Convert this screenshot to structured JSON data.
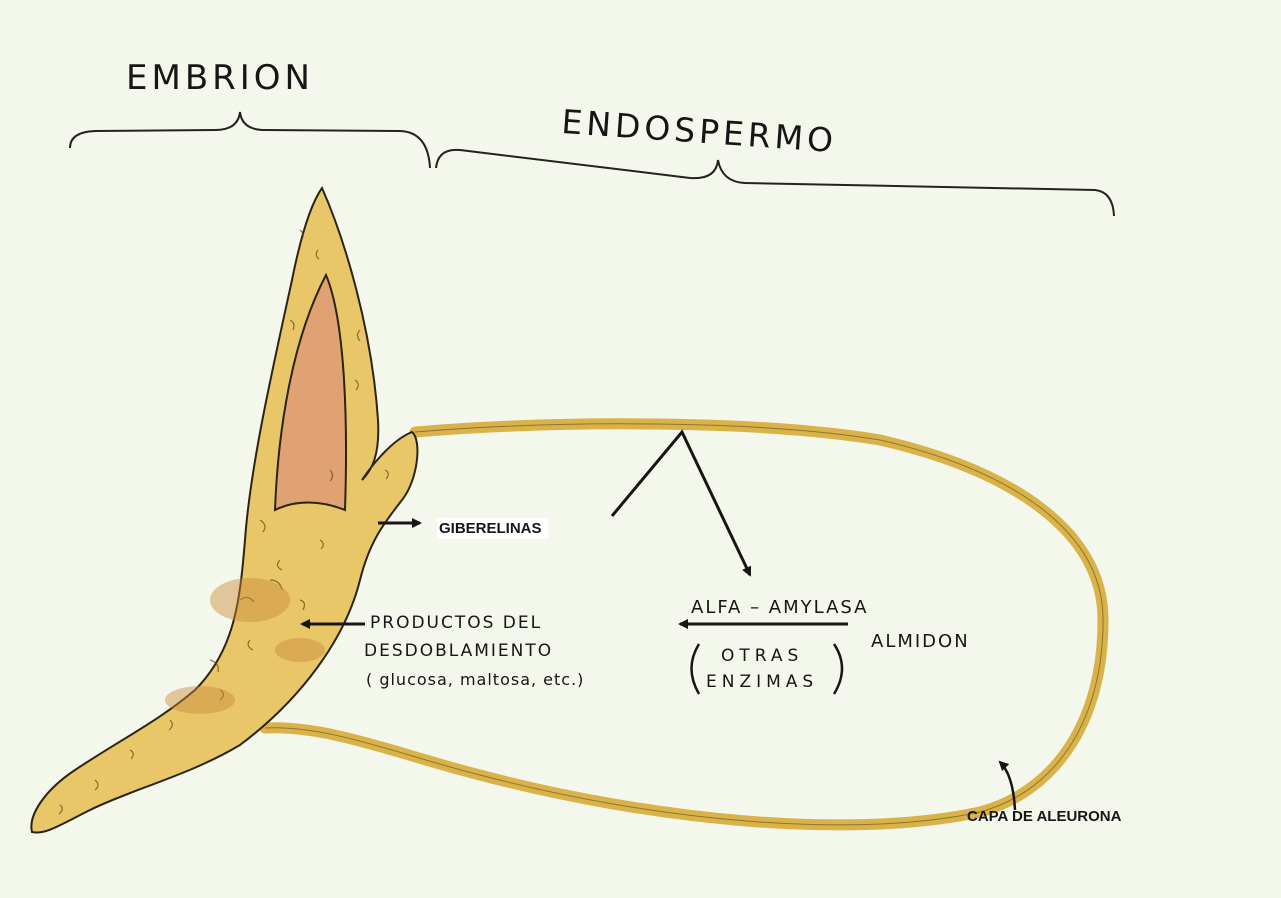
{
  "labels": {
    "embrion": "EMBRION",
    "endospermo": "ENDOSPERMO",
    "giberelinas": "GIBERELINAS",
    "productos_line1": "PRODUCTOS DEL",
    "productos_line2": "DESDOBLAMIENTO",
    "productos_line3": "( glucosa, maltosa, etc.)",
    "alfa_amylasa": "ALFA – AMYLASA",
    "almidon": "ALMIDON",
    "otras": "OTRAS",
    "enzimas": "ENZIMAS",
    "capa_de_aleurona": "CAPA DE ALEURONA"
  },
  "colors": {
    "background": "#f4f7ec",
    "seed_outline": "#d9b34a",
    "embryo_fill": "#e9c768",
    "coleoptile_inner": "#e0a272",
    "ink": "#161616"
  }
}
